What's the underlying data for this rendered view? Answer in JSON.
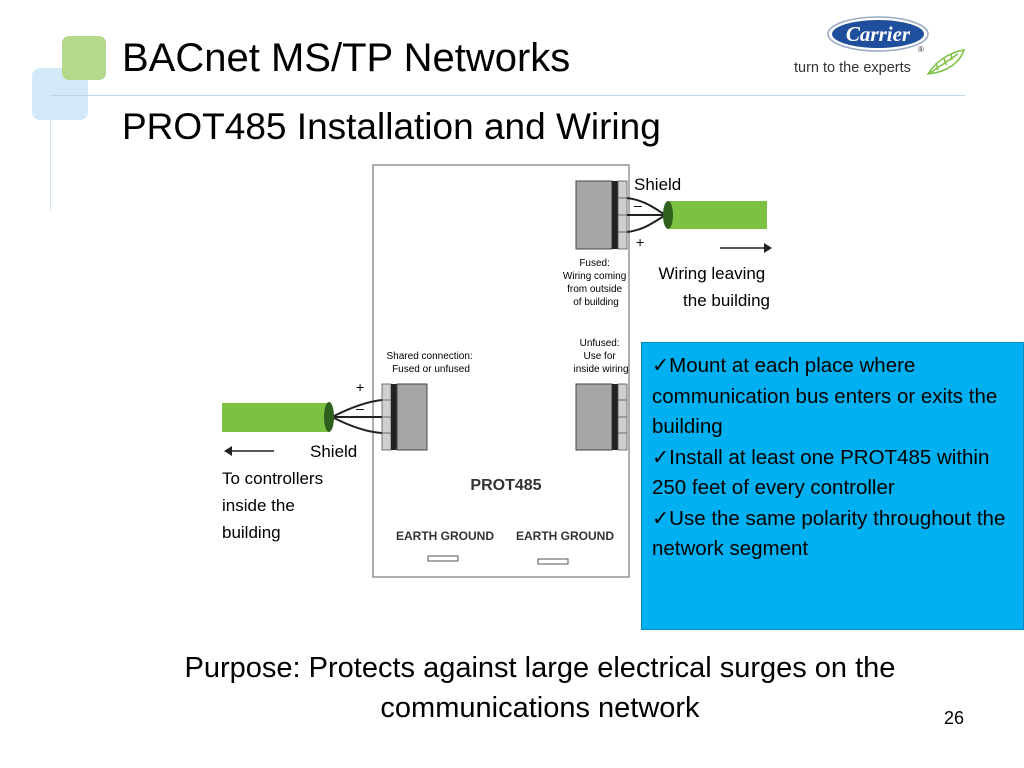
{
  "header": {
    "title": "BACnet MS/TP Networks",
    "subtitle": "PROT485 Installation and Wiring"
  },
  "logo": {
    "brand": "Carrier",
    "registered": "®",
    "tagline": "turn to the experts"
  },
  "diagram": {
    "shield_top": "Shield",
    "minus_top": "–",
    "plus_top": "+",
    "fused_note": [
      "Fused:",
      "Wiring coming",
      "from outside",
      "of building"
    ],
    "wiring_leaving": [
      "Wiring leaving",
      "the building"
    ],
    "unfused_note": [
      "Unfused:",
      "Use for",
      "inside wiring"
    ],
    "shared_note": [
      "Shared connection:",
      "Fused or unfused"
    ],
    "plus_left": "+",
    "minus_left": "–",
    "shield_left": "Shield",
    "to_controllers": [
      "To controllers",
      "inside the",
      "building"
    ],
    "device_label": "PROT485",
    "earth_ground_1": "EARTH GROUND",
    "earth_ground_2": "EARTH GROUND"
  },
  "callout": {
    "items": [
      "✓Mount at each place where communication bus enters or exits the building",
      "✓Install  at least one PROT485 within 250 feet of every controller",
      "✓Use the same polarity throughout the network segment"
    ]
  },
  "purpose": "Purpose: Protects against large electrical surges on the communications network",
  "page_number": "26",
  "colors": {
    "callout_bg": "#00b0f0",
    "cable_green": "#7cc142",
    "accent_green": "#b5d98a",
    "accent_blue": "#d4e9f7",
    "carrier_blue": "#1f4e9c"
  }
}
